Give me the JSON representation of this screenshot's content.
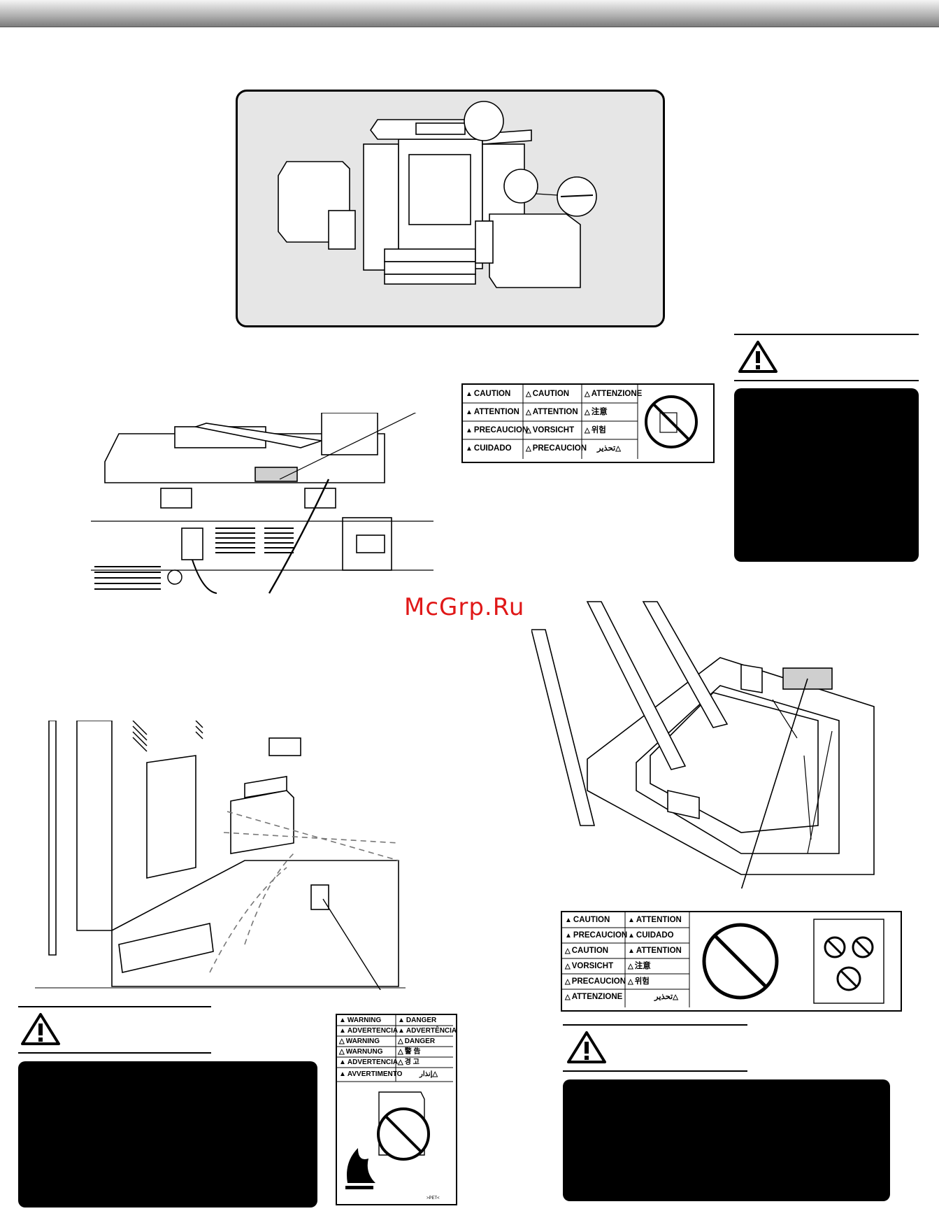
{
  "watermark": "McGrp.Ru",
  "label_top": {
    "c1": [
      "CAUTION",
      "ATTENTION",
      "PRECAUCION",
      "CUIDADO"
    ],
    "c2": [
      "CAUTION",
      "ATTENTION",
      "VORSICHT",
      "PRECAUCION"
    ],
    "c3": [
      "ATTENZIONE",
      "注意",
      "위험",
      "تحذير"
    ]
  },
  "label_tray": {
    "c1": [
      "CAUTION",
      "PRECAUCION",
      "CAUTION",
      "VORSICHT",
      "PRECAUCION",
      "ATTENZIONE"
    ],
    "c2": [
      "ATTENTION",
      "CUIDADO",
      "ATTENTION",
      "注意",
      "위험",
      "تحذير"
    ]
  },
  "label_toner": {
    "c1": [
      "WARNING",
      "ADVERTENCIA",
      "WARNING",
      "WARNUNG",
      "ADVERTENCIA",
      "AVVERTIMENTO"
    ],
    "c2": [
      "DANGER",
      "ADVERTÊNCIA",
      "DANGER",
      "警 告",
      "경 고",
      "إنذار"
    ],
    "code": ">PET<"
  }
}
